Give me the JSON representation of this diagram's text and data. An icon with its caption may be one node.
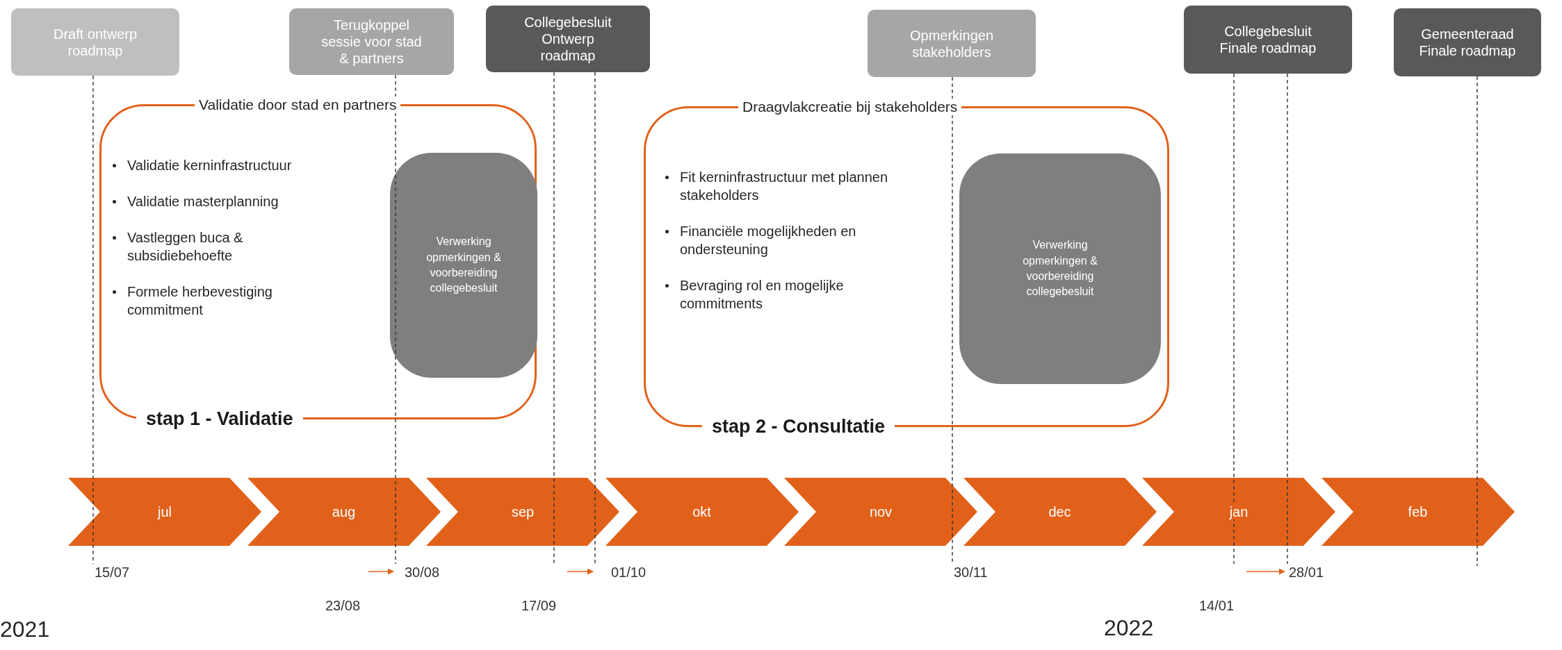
{
  "diagram": {
    "nodes": [
      {
        "text": [
          "Draft ontwerp roadmap"
        ]
      },
      {
        "text": [
          "Terugkoppel sessie voor stad & partners"
        ]
      },
      {
        "text": [
          "Collegebesluit Ontwerp roadmap"
        ]
      },
      {
        "text": [
          "Opmerkingen stakeholders"
        ]
      },
      {
        "text": [
          "Collegebesluit Finale roadmap"
        ]
      },
      {
        "text": [
          "Gemeenteraad Finale roadmap"
        ]
      },
      {
        "text": [
          "Validatie door stad en partners",
          "Validatie kerninfrastructuur",
          "Validatie masterplanning",
          "Vastleggen buca & subsidiebehoefte",
          "Formele herbevestiging commitment",
          "stap 1 - Validatie"
        ]
      },
      {
        "text": [
          "Verwerking opmerkingen & voorbereiding collegebesluit"
        ],
        "in": 6
      },
      {
        "text": [
          "Draagvlakcreatie bij stakeholders",
          "Fit kerninfrastructuur met plannen stakeholders",
          "Financiële mogelijkheden en ondersteuning",
          "Bevraging rol en mogelijke commitments",
          "stap 2 - Consultatie"
        ]
      },
      {
        "text": [
          "Verwerking opmerkingen & voorbereiding collegebesluit"
        ],
        "in": 8
      },
      {
        "text": [
          "jul"
        ]
      },
      {
        "text": [
          "aug"
        ]
      },
      {
        "text": [
          "sep"
        ]
      },
      {
        "text": [
          "okt"
        ]
      },
      {
        "text": [
          "nov"
        ]
      },
      {
        "text": [
          "dec"
        ]
      },
      {
        "text": [
          "jan"
        ]
      },
      {
        "text": [
          "feb"
        ]
      },
      {
        "text": [
          "15/07"
        ]
      },
      {
        "text": [
          "30/08"
        ]
      },
      {
        "text": [
          "01/10"
        ]
      },
      {
        "text": [
          "23/08"
        ]
      },
      {
        "text": [
          "17/09"
        ]
      },
      {
        "text": [
          "30/11"
        ]
      },
      {
        "text": [
          "28/01"
        ]
      },
      {
        "text": [
          "14/01"
        ]
      }
    ],
    "edges": [
      {
        "from": 0,
        "to": 18,
        "arrow": "none",
        "style": "dashed"
      },
      {
        "from": 1,
        "to": 19,
        "arrow": "none",
        "style": "dashed"
      },
      {
        "from": 2,
        "to": 22,
        "arrow": "none",
        "style": "dashed"
      },
      {
        "from": 2,
        "to": 20,
        "arrow": "none",
        "style": "dashed"
      },
      {
        "from": 3,
        "to": 23,
        "arrow": "none",
        "style": "dashed"
      },
      {
        "from": 4,
        "to": 25,
        "arrow": "none",
        "style": "dashed"
      },
      {
        "from": 4,
        "to": 24,
        "arrow": "none",
        "style": "dashed"
      },
      {
        "from": 5,
        "to": null,
        "arrow": "none",
        "style": "dashed"
      },
      {
        "from": 21,
        "to": 19,
        "arrow": "to",
        "color": "#e2611a"
      },
      {
        "from": 22,
        "to": 20,
        "arrow": "to",
        "color": "#e2611a"
      },
      {
        "from": 25,
        "to": 24,
        "arrow": "to",
        "color": "#e2611a"
      }
    ],
    "labels": [
      "2021",
      "2022"
    ]
  }
}
